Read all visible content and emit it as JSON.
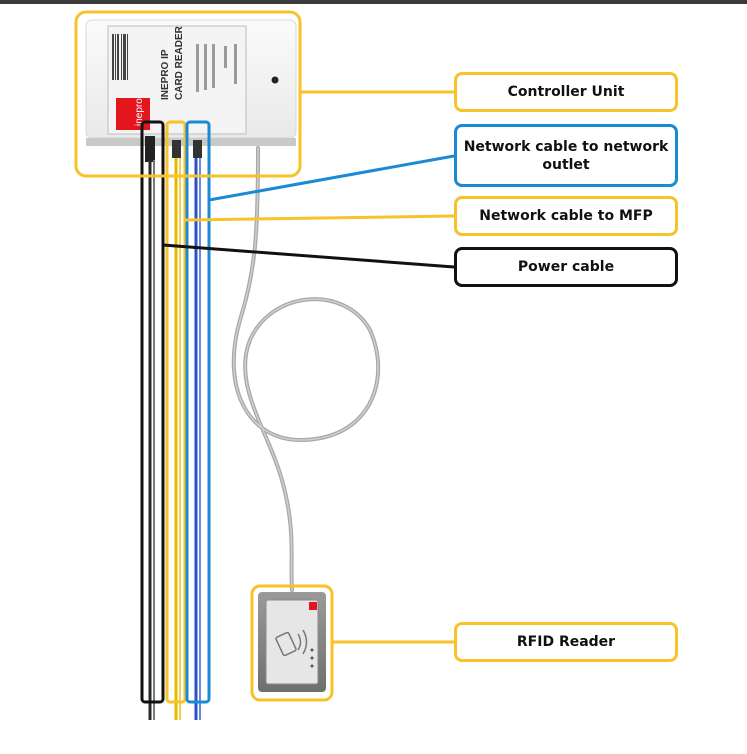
{
  "device": {
    "brand": "inepro",
    "title_line1": "INEPRO IP",
    "title_line2": "CARD READER"
  },
  "labels": {
    "controller_unit": "Controller Unit",
    "network_outlet": "Network cable to network outlet",
    "network_mfp": "Network cable to MFP",
    "power_cable": "Power cable",
    "rfid_reader": "RFID Reader"
  },
  "colors": {
    "yellow": "#f7c22a",
    "blue": "#1a8ad4",
    "black": "#111111",
    "grey_cable": "#a8a8a8",
    "brand_red": "#e3161e",
    "power_wire": "#2a2a2a"
  },
  "icons": {
    "rfid_symbol": "contactless-card-icon"
  }
}
